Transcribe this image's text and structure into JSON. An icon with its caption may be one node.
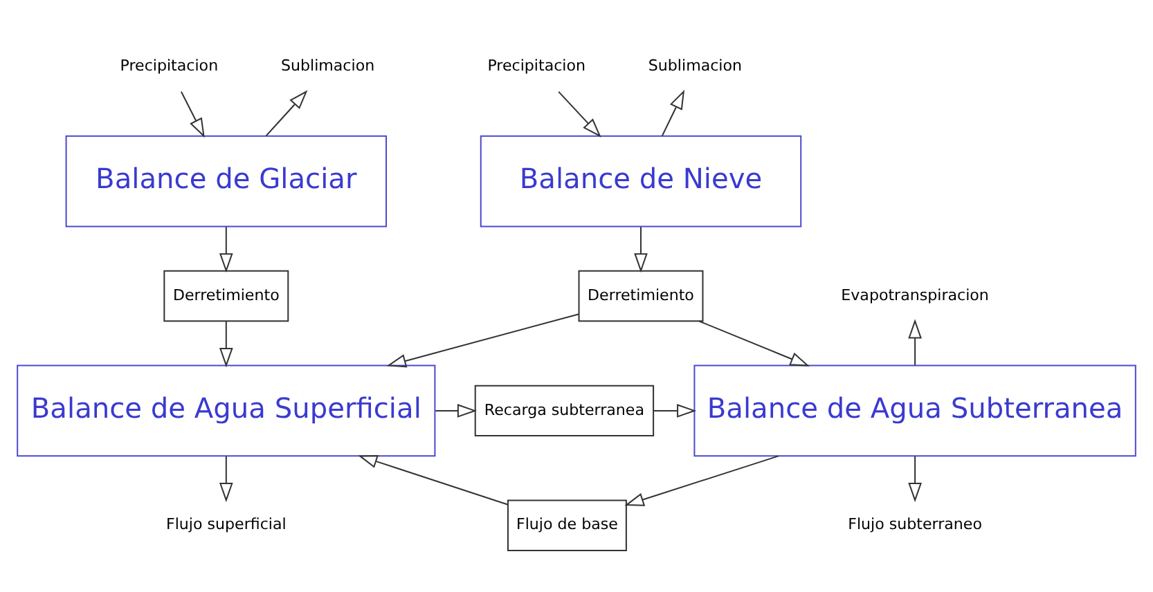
{
  "diagram": {
    "nodes": [
      {
        "text": [
          "Precipitacion"
        ]
      },
      {
        "text": [
          "Sublimacion"
        ]
      },
      {
        "text": [
          "Balance de Glaciar"
        ]
      },
      {
        "text": [
          "Precipitacion"
        ]
      },
      {
        "text": [
          "Sublimacion"
        ]
      },
      {
        "text": [
          "Balance de Nieve"
        ]
      },
      {
        "text": [
          "Derretimiento"
        ]
      },
      {
        "text": [
          "Derretimiento"
        ]
      },
      {
        "text": [
          "Evapotranspiracion"
        ]
      },
      {
        "text": [
          "Balance de Agua Superficial"
        ]
      },
      {
        "text": [
          "Recarga subterranea"
        ]
      },
      {
        "text": [
          "Balance de Agua Subterranea"
        ]
      },
      {
        "text": [
          "Flujo de base"
        ]
      },
      {
        "text": [
          "Flujo superficial"
        ]
      },
      {
        "text": [
          "Flujo subterraneo"
        ]
      }
    ],
    "edges": [
      {
        "from": 0,
        "to": 2,
        "arrow": "to"
      },
      {
        "from": 2,
        "to": 1,
        "arrow": "to"
      },
      {
        "from": 3,
        "to": 5,
        "arrow": "to"
      },
      {
        "from": 5,
        "to": 4,
        "arrow": "to"
      },
      {
        "from": 2,
        "to": 6,
        "arrow": "to"
      },
      {
        "from": 5,
        "to": 7,
        "arrow": "to"
      },
      {
        "from": 6,
        "to": 9,
        "arrow": "to"
      },
      {
        "from": 7,
        "to": 9,
        "arrow": "to"
      },
      {
        "from": 7,
        "to": 11,
        "arrow": "to"
      },
      {
        "from": 11,
        "to": 8,
        "arrow": "to"
      },
      {
        "from": 9,
        "to": 10,
        "arrow": "to"
      },
      {
        "from": 10,
        "to": 11,
        "arrow": "to"
      },
      {
        "from": 11,
        "to": 12,
        "arrow": "to"
      },
      {
        "from": 12,
        "to": 9,
        "arrow": "to"
      },
      {
        "from": 9,
        "to": 13,
        "arrow": "to"
      },
      {
        "from": 11,
        "to": 14,
        "arrow": "to"
      }
    ]
  }
}
